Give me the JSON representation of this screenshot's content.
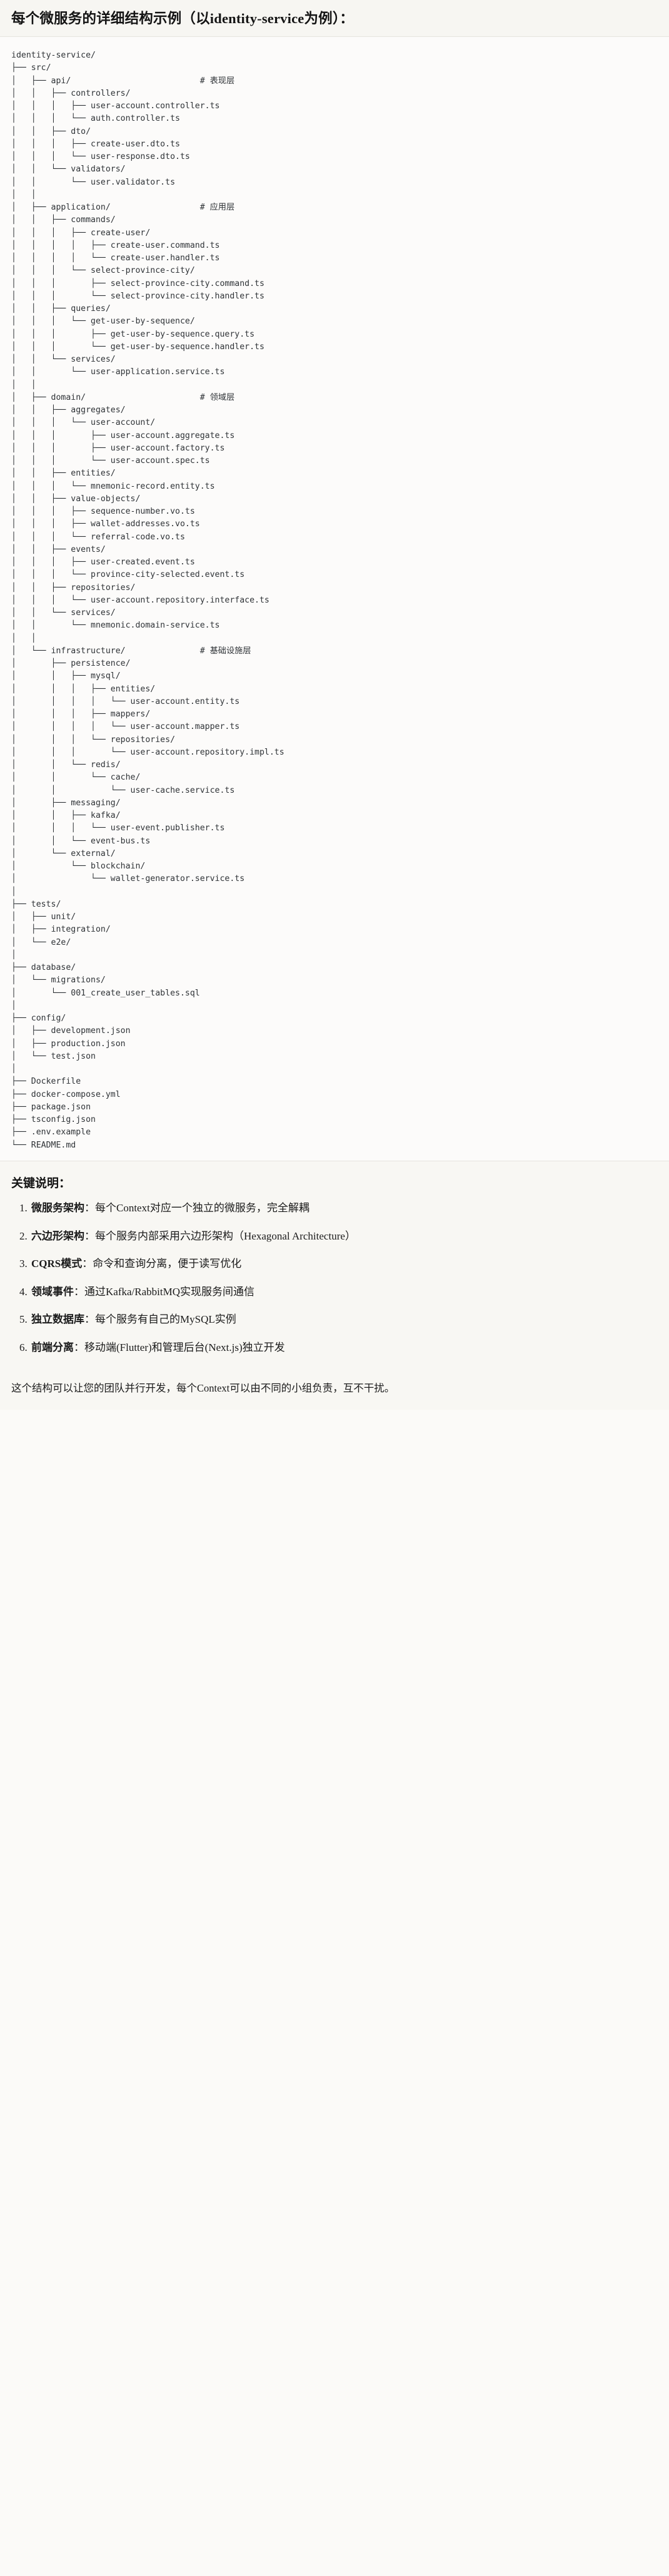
{
  "title": "每个微服务的详细结构示例（以identity-service为例）：",
  "tree": {
    "root_label": "identity-service/",
    "comments": {
      "api": "# 表现层",
      "application": "# 应用层",
      "domain": "# 领域层",
      "infrastructure": "# 基础设施层"
    },
    "text": "identity-service/\n├── src/\n│   ├── api/                          # 表现层\n│   │   ├── controllers/\n│   │   │   ├── user-account.controller.ts\n│   │   │   └── auth.controller.ts\n│   │   ├── dto/\n│   │   │   ├── create-user.dto.ts\n│   │   │   └── user-response.dto.ts\n│   │   └── validators/\n│   │       └── user.validator.ts\n│   │\n│   ├── application/                  # 应用层\n│   │   ├── commands/\n│   │   │   ├── create-user/\n│   │   │   │   ├── create-user.command.ts\n│   │   │   │   └── create-user.handler.ts\n│   │   │   └── select-province-city/\n│   │   │       ├── select-province-city.command.ts\n│   │   │       └── select-province-city.handler.ts\n│   │   ├── queries/\n│   │   │   └── get-user-by-sequence/\n│   │   │       ├── get-user-by-sequence.query.ts\n│   │   │       └── get-user-by-sequence.handler.ts\n│   │   └── services/\n│   │       └── user-application.service.ts\n│   │\n│   ├── domain/                       # 领域层\n│   │   ├── aggregates/\n│   │   │   └── user-account/\n│   │   │       ├── user-account.aggregate.ts\n│   │   │       ├── user-account.factory.ts\n│   │   │       └── user-account.spec.ts\n│   │   ├── entities/\n│   │   │   └── mnemonic-record.entity.ts\n│   │   ├── value-objects/\n│   │   │   ├── sequence-number.vo.ts\n│   │   │   ├── wallet-addresses.vo.ts\n│   │   │   └── referral-code.vo.ts\n│   │   ├── events/\n│   │   │   ├── user-created.event.ts\n│   │   │   └── province-city-selected.event.ts\n│   │   ├── repositories/\n│   │   │   └── user-account.repository.interface.ts\n│   │   └── services/\n│   │       └── mnemonic.domain-service.ts\n│   │\n│   └── infrastructure/               # 基础设施层\n│       ├── persistence/\n│       │   ├── mysql/\n│       │   │   ├── entities/\n│       │   │   │   └── user-account.entity.ts\n│       │   │   ├── mappers/\n│       │   │   │   └── user-account.mapper.ts\n│       │   │   └── repositories/\n│       │   │       └── user-account.repository.impl.ts\n│       │   └── redis/\n│       │       └── cache/\n│       │           └── user-cache.service.ts\n│       ├── messaging/\n│       │   ├── kafka/\n│       │   │   └── user-event.publisher.ts\n│       │   └── event-bus.ts\n│       └── external/\n│           └── blockchain/\n│               └── wallet-generator.service.ts\n│\n├── tests/\n│   ├── unit/\n│   ├── integration/\n│   └── e2e/\n│\n├── database/\n│   └── migrations/\n│       └── 001_create_user_tables.sql\n│\n├── config/\n│   ├── development.json\n│   ├── production.json\n│   └── test.json\n│\n├── Dockerfile\n├── docker-compose.yml\n├── package.json\n├── tsconfig.json\n├── .env.example\n└── README.md"
  },
  "notes": {
    "heading": "关键说明：",
    "items": [
      {
        "term": "微服务架构",
        "sep": "：",
        "desc": "每个Context对应一个独立的微服务，完全解耦"
      },
      {
        "term": "六边形架构",
        "sep": "：",
        "desc": "每个服务内部采用六边形架构（Hexagonal Architecture）"
      },
      {
        "term": "CQRS模式",
        "sep": "：",
        "desc": "命令和查询分离，便于读写优化"
      },
      {
        "term": "领域事件",
        "sep": "：",
        "desc": "通过Kafka/RabbitMQ实现服务间通信"
      },
      {
        "term": "独立数据库",
        "sep": "：",
        "desc": "每个服务有自己的MySQL实例"
      },
      {
        "term": "前端分离",
        "sep": "：",
        "desc": "移动端(Flutter)和管理后台(Next.js)独立开发"
      }
    ],
    "footer": "这个结构可以让您的团队并行开发，每个Context可以由不同的小组负责，互不干扰。"
  },
  "colors": {
    "page_bg": "#fbfaf8",
    "code_bg": "#fcfbfa",
    "panel_bg": "#f8f7f3",
    "text": "#1b1b1b",
    "code_text": "#2f3337",
    "divider": "#e6e4df"
  }
}
